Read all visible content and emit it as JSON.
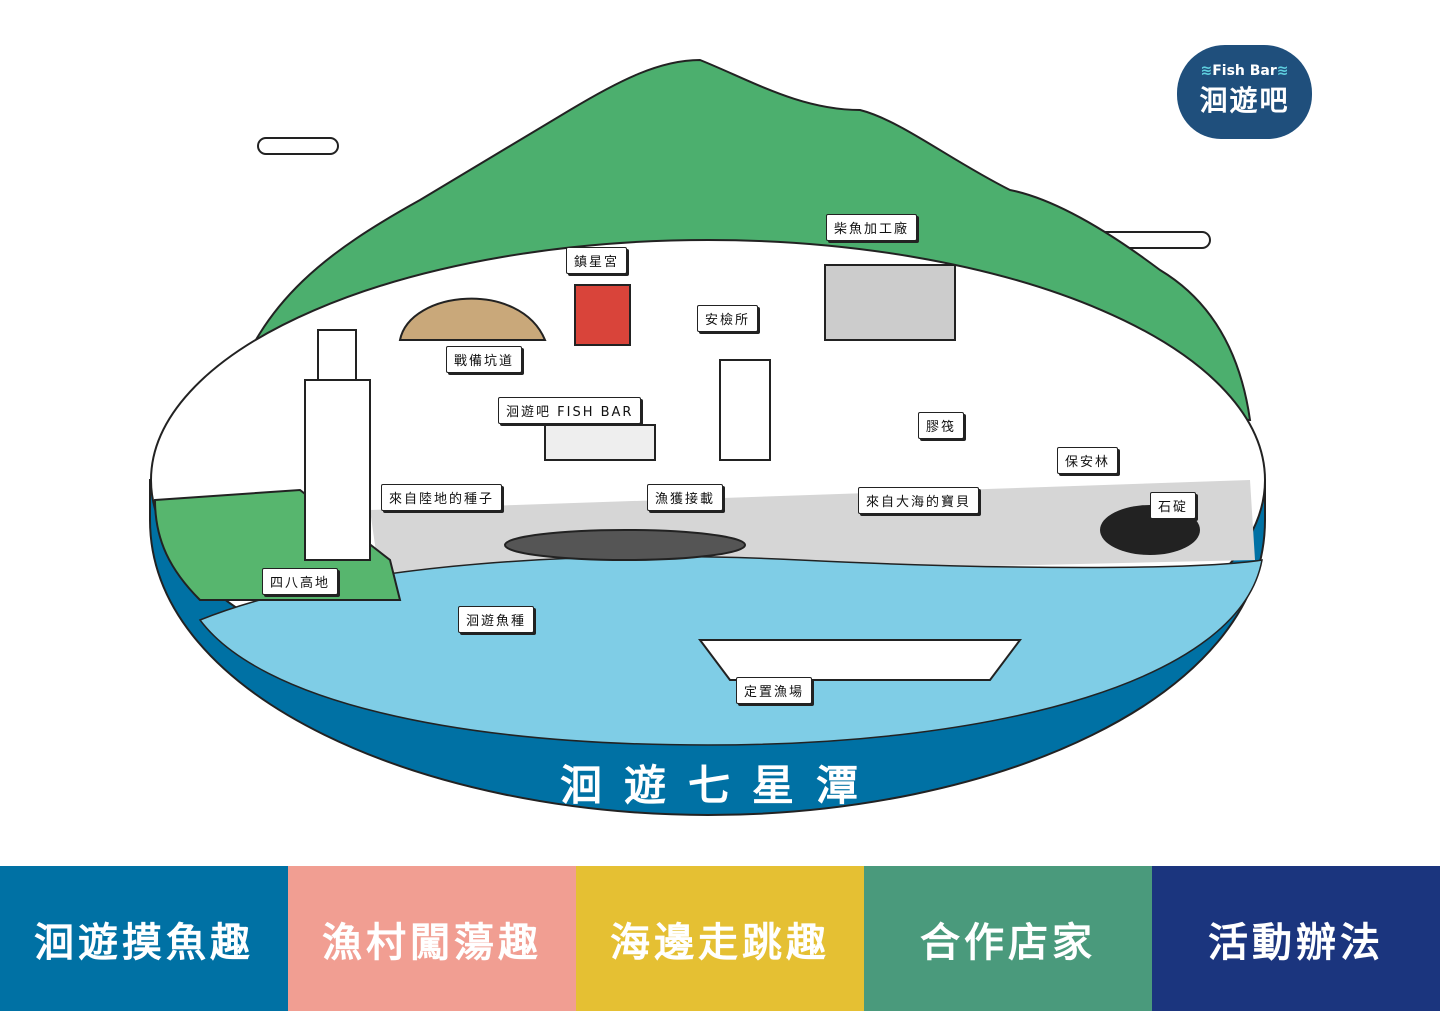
{
  "logo": {
    "en": "Fish Bar",
    "zh": "洄遊吧"
  },
  "map_title": "洄遊七星潭",
  "labels": {
    "bonito_factory": "柴魚加工廠",
    "temple": "鎮星宮",
    "inspection": "安檢所",
    "tunnel": "戰備坑道",
    "fishbar": "洄遊吧 FISH BAR",
    "raft": "膠筏",
    "forest": "保安林",
    "land_seeds": "來自陸地的種子",
    "catch": "漁獲接載",
    "sea_treasure": "來自大海的寶貝",
    "anchor_stone": "石碇",
    "highland": "四八高地",
    "fish_species": "洄遊魚種",
    "set_net": "定置漁場"
  },
  "nav": [
    {
      "label": "洄遊摸魚趣",
      "color": "#0071a4"
    },
    {
      "label": "漁村闖蕩趣",
      "color": "#f19e92"
    },
    {
      "label": "海邊走跳趣",
      "color": "#e5c033"
    },
    {
      "label": "合作店家",
      "color": "#4a9a7c"
    },
    {
      "label": "活動辦法",
      "color": "#1b357e"
    }
  ]
}
